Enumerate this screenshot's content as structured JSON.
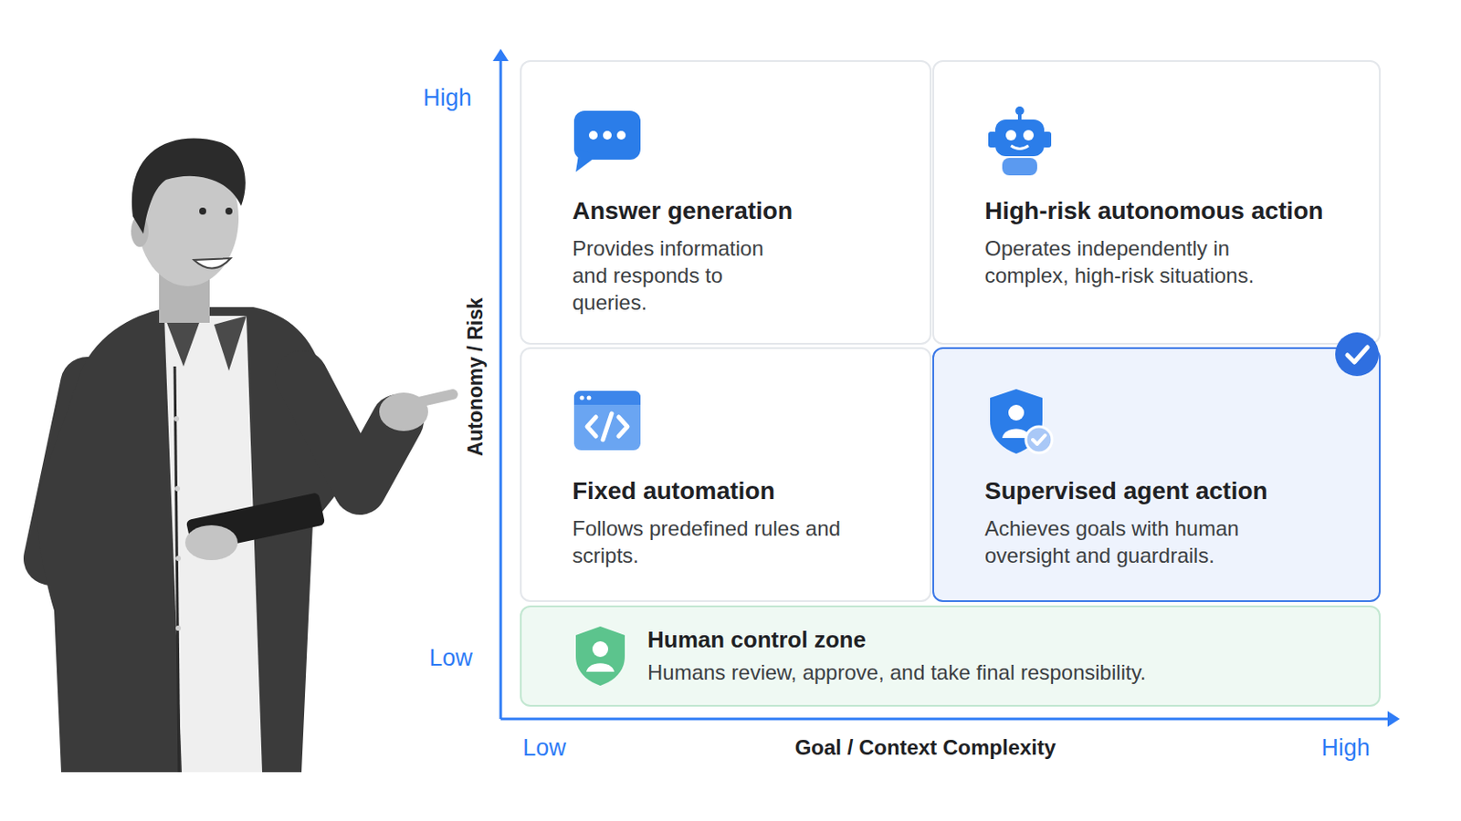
{
  "diagram": {
    "nodes": [
      {
        "text": [
          "Answer generation",
          "Provides information and responds to queries."
        ]
      },
      {
        "text": [
          "High-risk autonomous action",
          "Operates independently in complex, high-risk situations."
        ]
      },
      {
        "text": [
          "Fixed automation",
          "Follows predefined rules and scripts."
        ]
      },
      {
        "text": [
          "Supervised agent action",
          "Achieves goals with human oversight and guardrails."
        ]
      },
      {
        "text": [
          "Human control zone",
          "Humans review, approve, and take final responsibility."
        ]
      }
    ],
    "labels": [
      "High",
      "Low",
      "Autonomy / Risk",
      "Low",
      "Goal / Context Complexity",
      "High"
    ]
  }
}
